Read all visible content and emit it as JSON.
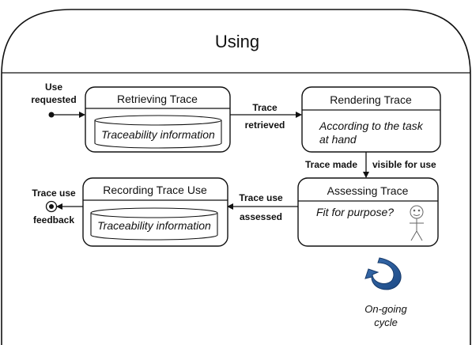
{
  "title": "Using",
  "states": {
    "retrieving": {
      "title": "Retrieving Trace",
      "content": "Traceability information"
    },
    "rendering": {
      "title": "Rendering Trace",
      "content_line1": "According to the task",
      "content_line2": "at hand"
    },
    "assessing": {
      "title": "Assessing Trace",
      "content": "Fit for purpose?"
    },
    "recording": {
      "title": "Recording Trace Use",
      "content": "Traceability information"
    }
  },
  "transitions": {
    "initial": {
      "line1": "Use",
      "line2": "requested"
    },
    "retrieved": {
      "line1": "Trace",
      "line2": "retrieved"
    },
    "made_visible": {
      "part1": "Trace made",
      "part2": "visible for use"
    },
    "assessed": {
      "line1": "Trace use",
      "line2": "assessed"
    },
    "final": {
      "line1": "Trace use",
      "line2": "feedback"
    }
  },
  "cycle": {
    "line1": "On-going",
    "line2": "cycle"
  },
  "icons": [
    "stick-figure-icon",
    "cycle-arrow-icon",
    "initial-state-icon",
    "final-state-icon"
  ]
}
